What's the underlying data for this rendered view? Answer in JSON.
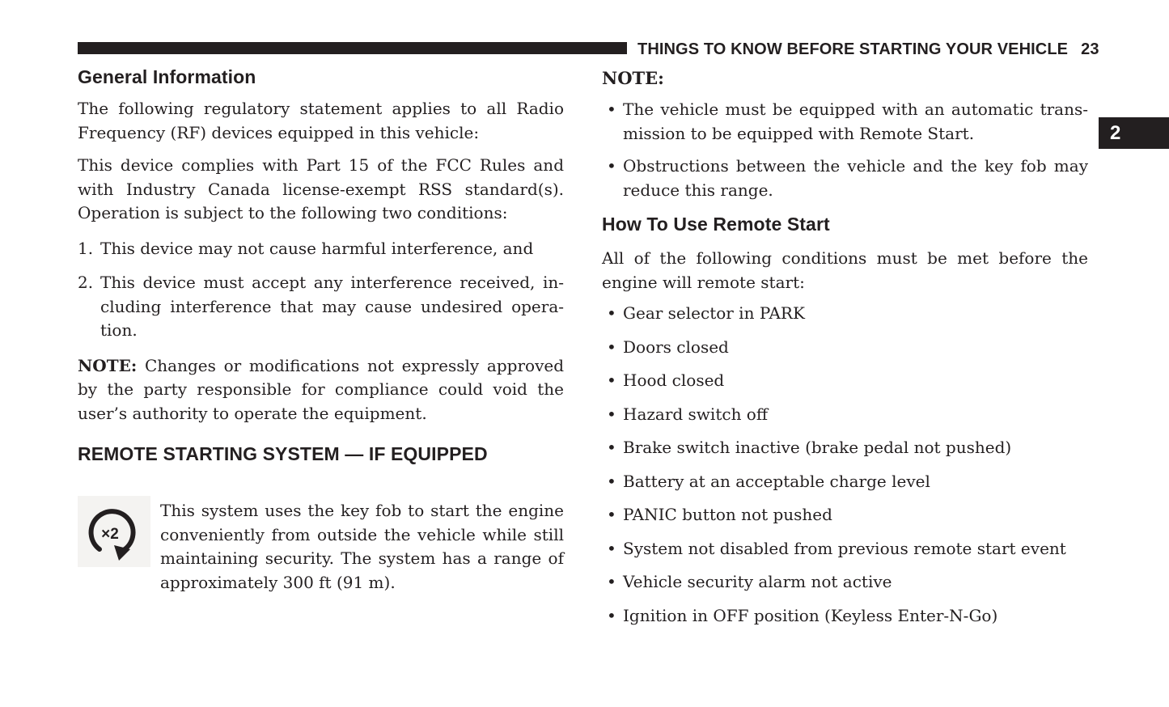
{
  "header": {
    "title": "THINGS TO KNOW BEFORE STARTING YOUR VEHICLE",
    "page_number": "23"
  },
  "side_tab": {
    "label": "2"
  },
  "left_column": {
    "general_info_heading": "General Information",
    "regulatory_para_lines": [
      "The following regulatory statement applies to all Radio",
      "Frequency (RF) devices equipped in this vehicle:"
    ],
    "fcc_para_lines": [
      "This device complies with Part 15 of the FCC Rules and",
      "with Industry Canada license-exempt RSS standard(s).",
      "Operation is subject to the following two conditions:"
    ],
    "numbered_items": [
      {
        "number": "1.",
        "lines": [
          "This device may not cause harmful interference, and"
        ]
      },
      {
        "number": "2.",
        "lines": [
          "This device must accept any interference received, in-",
          "cluding interference that may cause undesired opera-",
          "tion."
        ]
      }
    ],
    "note_label": "NOTE:",
    "note_lines": [
      "Changes or modifications not expressly approved",
      "by the party responsible for compliance could void the",
      "user’s authority to operate the equipment."
    ],
    "remote_heading": "REMOTE STARTING SYSTEM — IF EQUIPPED",
    "remote_icon_label": "×2",
    "remote_para_lines": [
      "This system uses the key fob to start the engine",
      "conveniently from outside the vehicle while still",
      "maintaining security. The system has a range of",
      "approximately 300 ft (91 m)."
    ]
  },
  "right_column": {
    "note_heading": "NOTE:",
    "note_bullets": [
      {
        "lines": [
          "The vehicle must be equipped with an automatic trans-",
          "mission to be equipped with Remote Start."
        ]
      },
      {
        "lines": [
          "Obstructions between the vehicle and the key fob may",
          "reduce this range."
        ]
      }
    ],
    "howto_heading": "How To Use Remote Start",
    "howto_intro_lines": [
      "All of the following conditions must be met before the",
      "engine will remote start:"
    ],
    "bullet_glyph": "•",
    "conditions": [
      "Gear selector in PARK",
      "Doors closed",
      "Hood closed",
      "Hazard switch off",
      "Brake switch inactive (brake pedal not pushed)",
      "Battery at an acceptable charge level",
      "PANIC button not pushed",
      "System not disabled from previous remote start event",
      "Vehicle security alarm not active",
      "Ignition in OFF position (Keyless Enter-N-Go)"
    ]
  },
  "colors": {
    "ink": "#231f20",
    "tab_background": "#231f20",
    "tab_text": "#ffffff",
    "page_background": "#ffffff",
    "icon_background": "#f4f3f1"
  }
}
